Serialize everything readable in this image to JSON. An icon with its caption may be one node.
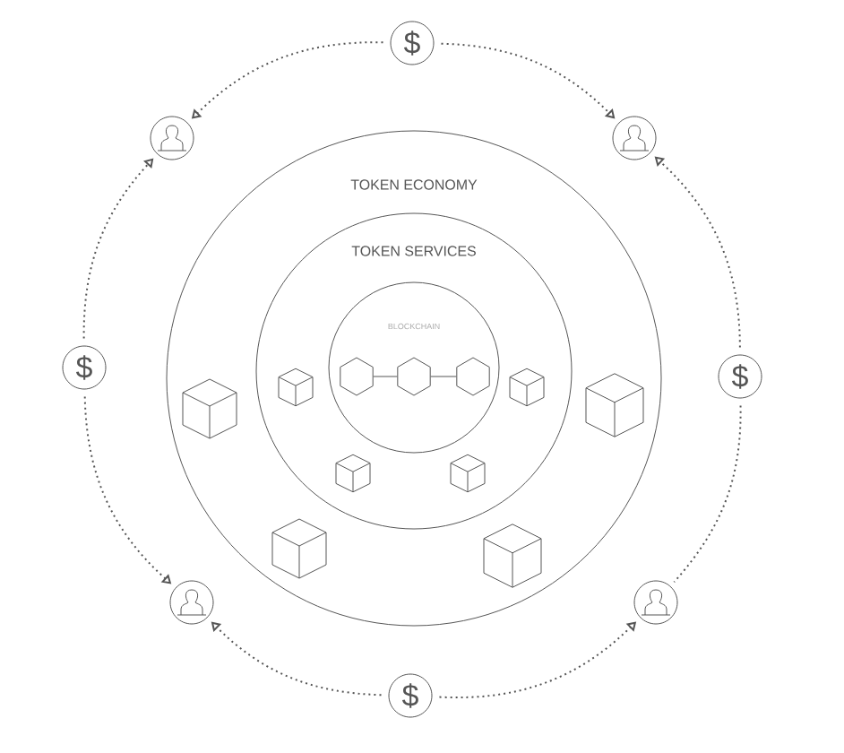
{
  "diagram": {
    "nodes": [
      {
        "text": [
          "$"
        ]
      },
      {
        "text": [],
        "shape": "person"
      },
      {
        "text": [],
        "shape": "person"
      },
      {
        "text": [
          "TOKEN ECONOMY"
        ]
      },
      {
        "text": [
          "TOKEN SERVICES"
        ],
        "in": 3
      },
      {
        "text": [
          "BLOCKCHAIN"
        ],
        "in": 4
      },
      {
        "text": [],
        "shape": "hexagon",
        "in": 5
      },
      {
        "text": [],
        "shape": "hexagon",
        "in": 5
      },
      {
        "text": [],
        "shape": "hexagon",
        "in": 5
      },
      {
        "text": [
          "$"
        ]
      },
      {
        "text": [
          "$"
        ]
      },
      {
        "text": [],
        "shape": "person"
      },
      {
        "text": [],
        "shape": "person"
      },
      {
        "text": [
          "$"
        ]
      }
    ],
    "edges": [
      {
        "from": 0,
        "to": 1,
        "arrow": "to",
        "style": "dashed"
      },
      {
        "from": 0,
        "to": 2,
        "arrow": "to",
        "style": "dashed"
      },
      {
        "from": 9,
        "to": 1,
        "arrow": "to",
        "style": "dashed"
      },
      {
        "from": 10,
        "to": 2,
        "arrow": "to",
        "style": "dashed"
      },
      {
        "from": 9,
        "to": 11,
        "arrow": "to",
        "style": "dashed"
      },
      {
        "from": 13,
        "to": 11,
        "arrow": "to",
        "style": "dashed"
      },
      {
        "from": 13,
        "to": 12,
        "arrow": "to",
        "style": "dashed"
      },
      {
        "from": 10,
        "to": 12,
        "arrow": "none",
        "style": "dashed"
      },
      {
        "from": 6,
        "to": 7,
        "arrow": "none"
      },
      {
        "from": 7,
        "to": 8,
        "arrow": "none"
      }
    ]
  }
}
